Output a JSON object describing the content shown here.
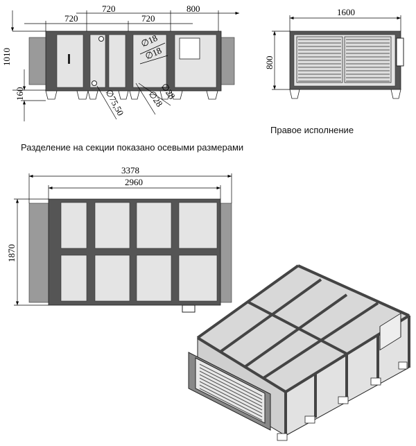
{
  "front_view": {
    "dims": {
      "top_720": "720",
      "top_800": "800",
      "lower_720_a": "720",
      "lower_720_b": "720",
      "height": "1010",
      "feet": "160"
    },
    "callouts": {
      "d18_a": "∅18",
      "d18_b": "∅18",
      "d28_a": "∅28",
      "d28_b": "∅28",
      "d75": "∅75,50"
    }
  },
  "side_view": {
    "width": "1600",
    "height": "800",
    "caption": "Правое исполнение"
  },
  "section_note": "Разделение на секции показано осевыми размерами",
  "plan_view": {
    "overall_length": "3378",
    "body_length": "2960",
    "width": "1870"
  }
}
